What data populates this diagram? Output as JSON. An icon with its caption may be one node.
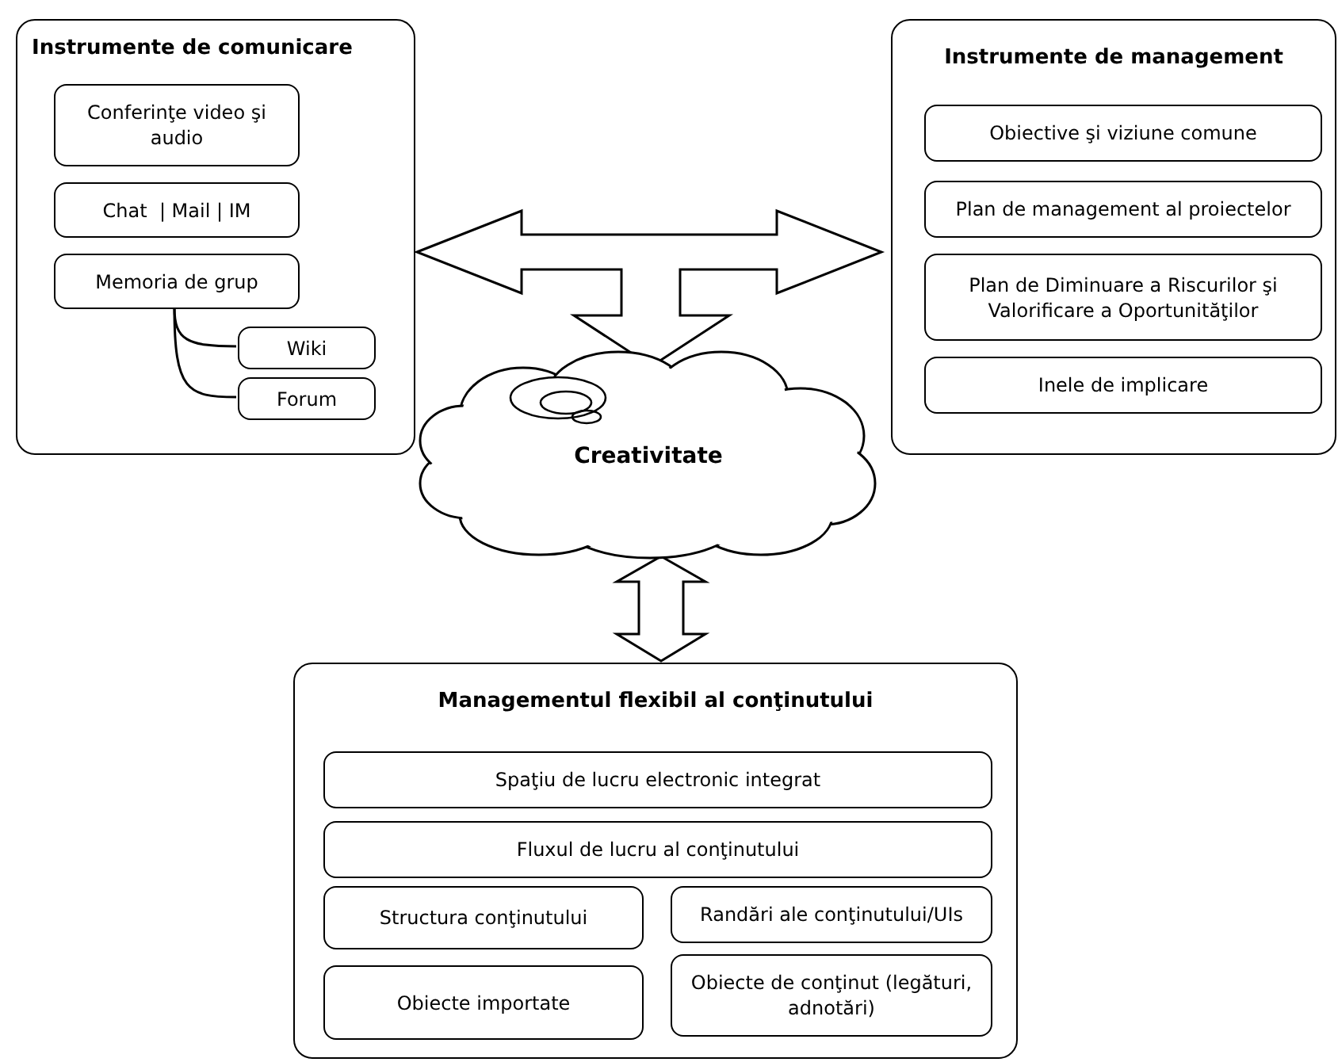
{
  "diagram": {
    "nodes": [
      {
        "text": [
          "Instrumente de comunicare"
        ]
      },
      {
        "text": [
          "Conferinţe video şi audio"
        ],
        "in": 0
      },
      {
        "text": [
          "Chat  | Mail | IM"
        ],
        "in": 0
      },
      {
        "text": [
          "Memoria de grup"
        ],
        "in": 0
      },
      {
        "text": [
          "Wiki"
        ],
        "in": 0
      },
      {
        "text": [
          "Forum"
        ],
        "in": 0
      },
      {
        "text": [
          "Instrumente de management"
        ]
      },
      {
        "text": [
          "Obiective şi viziune comune"
        ],
        "in": 6
      },
      {
        "text": [
          "Plan de management al proiectelor"
        ],
        "in": 6
      },
      {
        "text": [
          "Plan de Diminuare a Riscurilor şi Valorificare a Oportunităţilor"
        ],
        "in": 6
      },
      {
        "text": [
          "Inele de implicare"
        ],
        "in": 6
      },
      {
        "text": [
          "Creativitate"
        ]
      },
      {
        "text": [
          "Managementul flexibil al conţinutului"
        ]
      },
      {
        "text": [
          "Spaţiu de lucru electronic integrat"
        ],
        "in": 12
      },
      {
        "text": [
          "Fluxul de lucru al conţinutului"
        ],
        "in": 12
      },
      {
        "text": [
          "Structura conţinutului"
        ],
        "in": 12
      },
      {
        "text": [
          "Randări ale conţinutului/UIs"
        ],
        "in": 12
      },
      {
        "text": [
          "Obiecte importate"
        ],
        "in": 12
      },
      {
        "text": [
          "Obiecte de conţinut (legături, adnotări)"
        ],
        "in": 12
      }
    ],
    "edges": [
      {
        "from": 3,
        "to": 4,
        "arrow": "none"
      },
      {
        "from": 3,
        "to": 5,
        "arrow": "none"
      },
      {
        "from": 0,
        "to": 6,
        "arrow": "both"
      },
      {
        "from": null,
        "to": 11,
        "arrow": "to"
      },
      {
        "from": 11,
        "to": 12,
        "arrow": "both"
      }
    ]
  }
}
